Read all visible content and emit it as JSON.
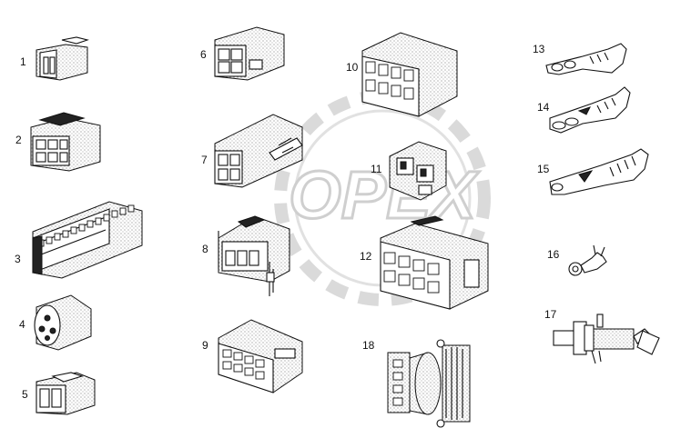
{
  "watermark": {
    "text": "OPEX",
    "color": "#c8c8c8"
  },
  "labels": [
    "1",
    "2",
    "3",
    "4",
    "5",
    "6",
    "7",
    "8",
    "9",
    "10",
    "11",
    "12",
    "13",
    "14",
    "15",
    "16",
    "17",
    "18"
  ]
}
